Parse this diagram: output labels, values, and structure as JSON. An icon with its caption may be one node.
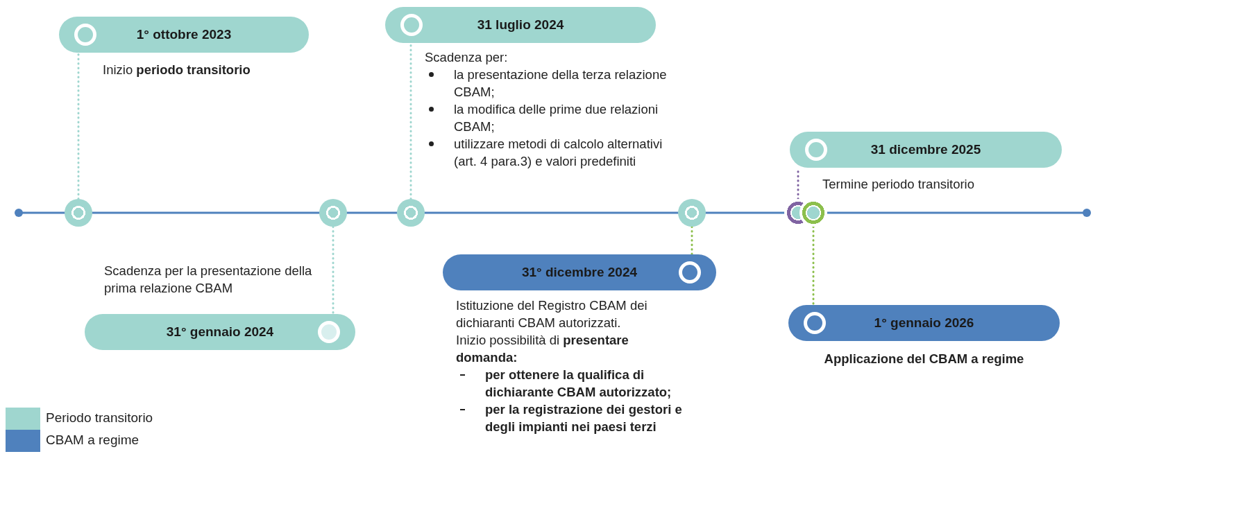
{
  "diagram": {
    "nodes": [
      {
        "text": [
          "1° ottobre 2023"
        ],
        "beside": [
          "Inizio **periodo transitorio**"
        ]
      },
      {
        "text": [
          "31 luglio 2024"
        ],
        "beside": [
          "Scadenza per:",
          "la presentazione della terza relazione CBAM;",
          "la modifica delle prime due relazioni CBAM;",
          "utilizzare metodi di calcolo alternativi (art. 4 para.3) e valori predefiniti"
        ]
      },
      {
        "text": [
          "31 dicembre 2025"
        ],
        "beside": [
          "Termine periodo transitorio"
        ]
      },
      {
        "text": [],
        "shape": "circle"
      },
      {
        "text": [],
        "shape": "circle"
      },
      {
        "text": [],
        "shape": "circle"
      },
      {
        "text": [],
        "shape": "circle"
      },
      {
        "text": [],
        "shape": "circle"
      },
      {
        "text": [],
        "shape": "circle"
      },
      {
        "text": [
          "31° dicembre 2024"
        ],
        "beside": [
          "Istituzione del Registro CBAM dei dichiaranti CBAM autorizzati.",
          "Inizio possibilità di **presentare domanda:**",
          "per ottenere la qualifica di dichiarante CBAM autorizzato;",
          "per la registrazione dei gestori e degli impianti nei paesi terzi"
        ]
      },
      {
        "text": [
          "31° gennaio 2024"
        ],
        "beside": [
          "Scadenza per la presentazione della prima relazione CBAM"
        ]
      },
      {
        "text": [
          "1° gennaio 2026"
        ],
        "beside": [
          "Applicazione del CBAM a regime"
        ]
      }
    ],
    "edges": [
      {
        "from": 3,
        "to": 0,
        "arrow": "none",
        "style": "dashed"
      },
      {
        "from": 4,
        "to": 10,
        "arrow": "none",
        "style": "dashed"
      },
      {
        "from": 5,
        "to": 1,
        "arrow": "none",
        "style": "dashed"
      },
      {
        "from": 6,
        "to": 9,
        "arrow": "none",
        "style": "dashed",
        "color": "#8cbf4c"
      },
      {
        "from": 7,
        "to": 2,
        "arrow": "none",
        "style": "dashed",
        "color": "#8064a2"
      },
      {
        "from": 8,
        "to": 11,
        "arrow": "none",
        "style": "dashed",
        "color": "#8cbf4c"
      }
    ],
    "legend": [
      {
        "text": "Periodo transitorio",
        "color": "#9fd6cf"
      },
      {
        "text": "CBAM a regime",
        "color": "#4f81bd"
      }
    ]
  }
}
